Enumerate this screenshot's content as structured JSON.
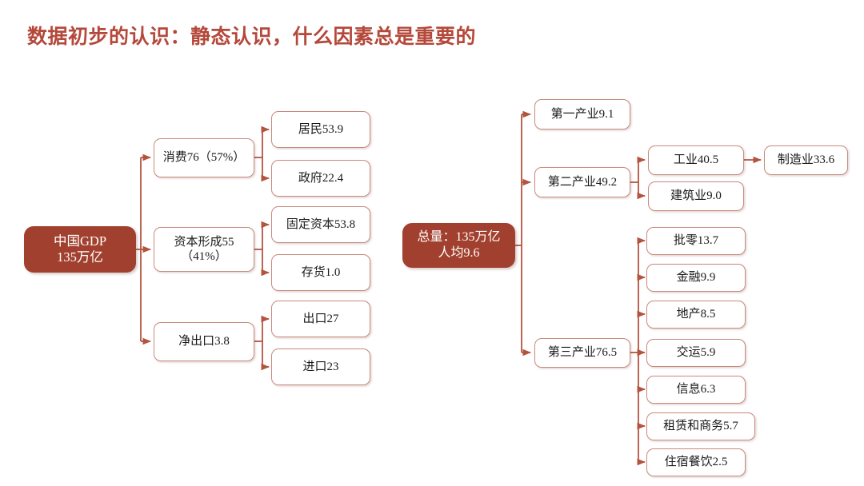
{
  "title": "数据初步的认识：静态认识，什么因素总是重要的",
  "colors": {
    "title": "#B4483A",
    "root_fill": "#A2402F",
    "node_border": "#C98A7E",
    "connector": "#B4543F",
    "node_text": "#1a1a1a",
    "root_text": "#ffffff",
    "background": "#ffffff"
  },
  "left_tree": {
    "root": {
      "line1": "中国GDP",
      "line2": "135万亿"
    },
    "level2": [
      {
        "label": "消费76（57%）"
      },
      {
        "line1": "资本形成55",
        "line2": "（41%）"
      },
      {
        "label": "净出口3.8"
      }
    ],
    "level3": [
      {
        "label": "居民53.9"
      },
      {
        "label": "政府22.4"
      },
      {
        "label": "固定资本53.8"
      },
      {
        "label": "存货1.0"
      },
      {
        "label": "出口27"
      },
      {
        "label": "进口23"
      }
    ]
  },
  "right_tree": {
    "root": {
      "line1": "总量：135万亿",
      "line2": "人均9.6"
    },
    "level2": [
      {
        "label": "第一产业9.1"
      },
      {
        "label": "第二产业49.2"
      },
      {
        "label": "第三产业76.5"
      }
    ],
    "secondary_children": [
      {
        "label": "工业40.5"
      },
      {
        "label": "建筑业9.0"
      }
    ],
    "industry_child": {
      "label": "制造业33.6"
    },
    "tertiary_children": [
      {
        "label": "批零13.7"
      },
      {
        "label": "金融9.9"
      },
      {
        "label": "地产8.5"
      },
      {
        "label": "交运5.9"
      },
      {
        "label": "信息6.3"
      },
      {
        "label": "租赁和商务5.7"
      },
      {
        "label": "住宿餐饮2.5"
      }
    ]
  }
}
